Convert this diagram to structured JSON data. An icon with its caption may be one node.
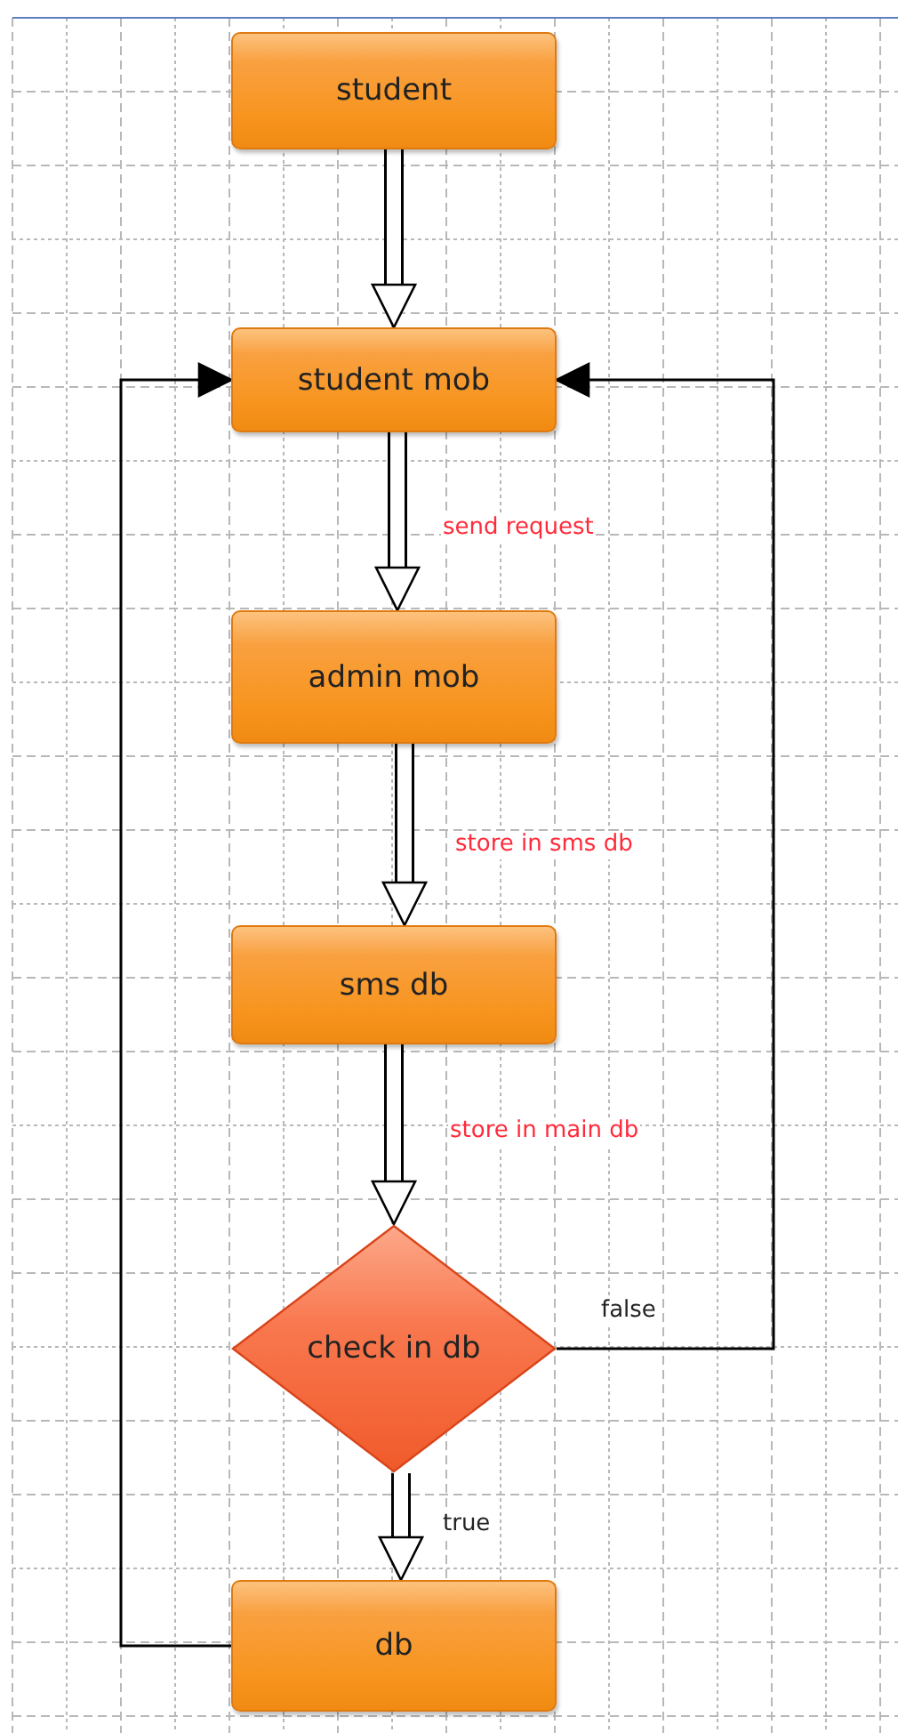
{
  "diagram": {
    "nodes": [
      {
        "text": [
          "student"
        ]
      },
      {
        "text": [
          "student mob"
        ]
      },
      {
        "text": [
          "admin mob"
        ]
      },
      {
        "text": [
          "sms db"
        ]
      },
      {
        "text": [
          "check in db"
        ]
      },
      {
        "text": [
          "db"
        ]
      }
    ],
    "edges": [
      {
        "from": 0,
        "to": 1,
        "arrow": "to"
      },
      {
        "from": 1,
        "to": 2,
        "arrow": "to",
        "label": "send request"
      },
      {
        "from": 2,
        "to": 3,
        "arrow": "to",
        "label": "store in sms db"
      },
      {
        "from": 3,
        "to": 4,
        "arrow": "to",
        "label": "store in main db"
      },
      {
        "from": 4,
        "to": 5,
        "arrow": "to",
        "label": "true"
      },
      {
        "from": 4,
        "to": 1,
        "arrow": "to",
        "label": "false"
      },
      {
        "from": 5,
        "to": 1,
        "arrow": "to"
      }
    ]
  }
}
